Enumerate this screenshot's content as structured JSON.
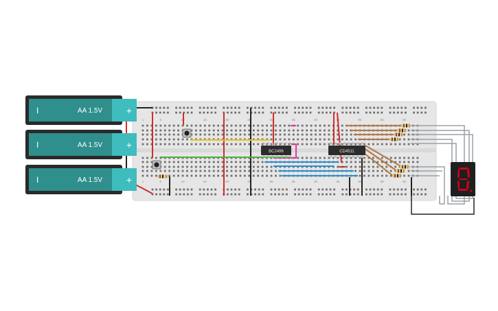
{
  "batteries": [
    {
      "label": "AA 1.5V",
      "minus": "I",
      "plus": "+"
    },
    {
      "label": "AA 1.5V",
      "minus": "I",
      "plus": "+"
    },
    {
      "label": "AA 1.5V",
      "minus": "I",
      "plus": "+"
    }
  ],
  "chips": [
    {
      "label": "BC2496"
    },
    {
      "label": "CD4511"
    }
  ],
  "column_numbers": [
    "1",
    "5",
    "10",
    "15",
    "20",
    "25",
    "30",
    "35",
    "40",
    "45",
    "50",
    "55",
    "60"
  ],
  "colors": {
    "battery_dark": "#2a2a2a",
    "battery_teal": "#2f8f8c",
    "battery_teal_light": "#3fbcbd",
    "breadboard": "#e6e6e6",
    "wire_red": "#d42a2a",
    "wire_black": "#222222",
    "wire_yellow": "#e6c51c",
    "wire_green": "#4bb33a",
    "wire_blue": "#2a8fd1",
    "wire_brown": "#b07a45",
    "wire_gray": "#9aa0a6",
    "wire_magenta": "#e03aa8",
    "segment_red": "#d4001a",
    "display_body": "#1f1f1f"
  },
  "display": {
    "icon": "seven-segment-display"
  },
  "buttons": [
    {
      "icon": "pushbutton"
    },
    {
      "icon": "pushbutton"
    }
  ]
}
